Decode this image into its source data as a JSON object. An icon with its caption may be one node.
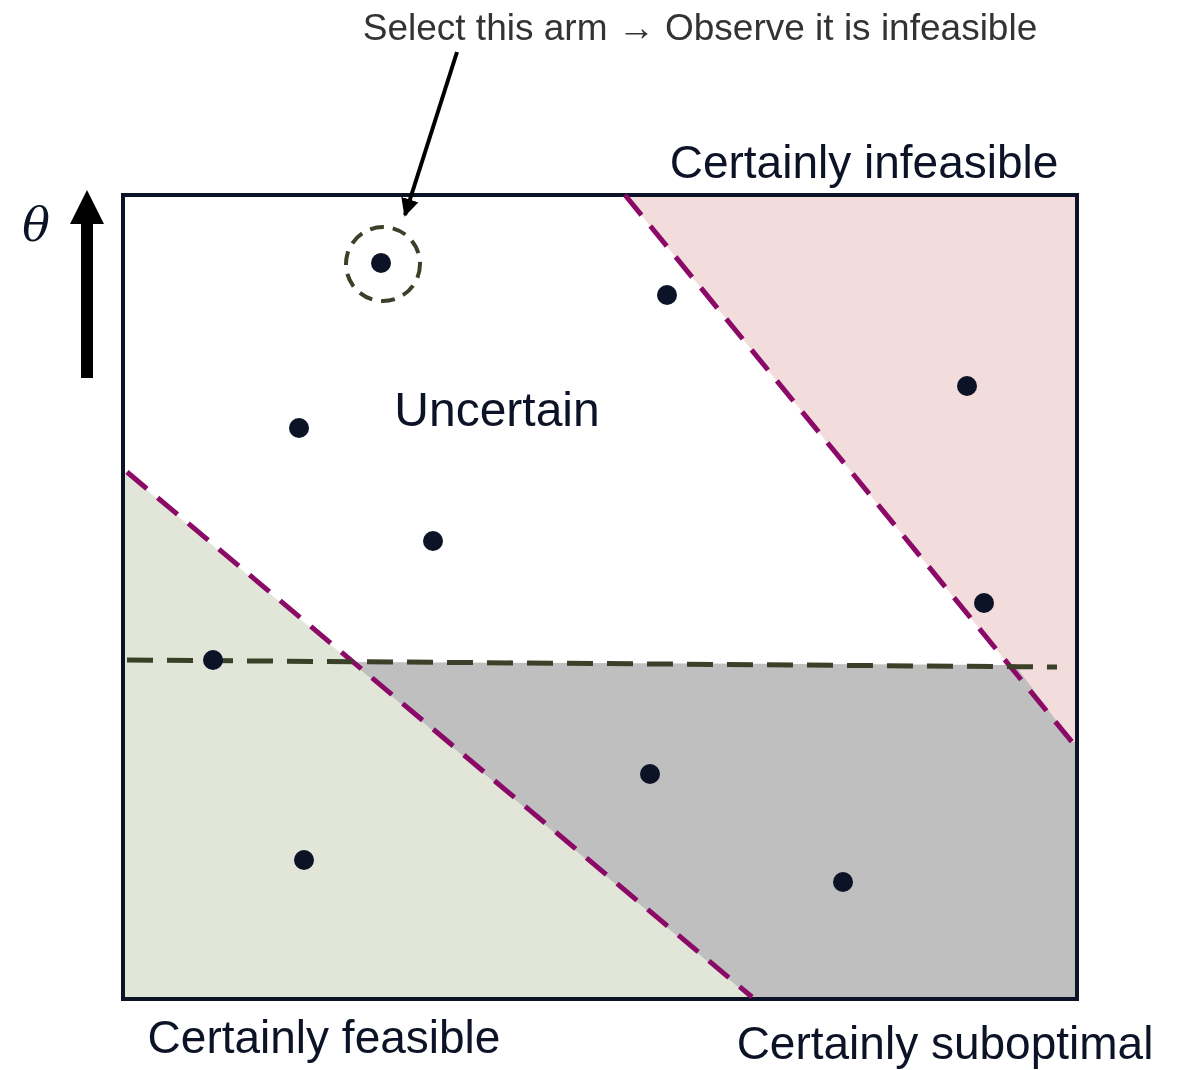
{
  "diagram": {
    "nodes": [
      {
        "text": [
          "Select this arm → Observe it is infeasible"
        ]
      },
      {
        "text": [],
        "shape": "circle"
      }
    ],
    "edges": [
      {
        "from": 0,
        "to": 1,
        "arrow": "to"
      }
    ],
    "labels": [
      "Certainly infeasible",
      "θ",
      "Uncertain",
      "Certainly feasible",
      "Certainly suboptimal"
    ]
  }
}
